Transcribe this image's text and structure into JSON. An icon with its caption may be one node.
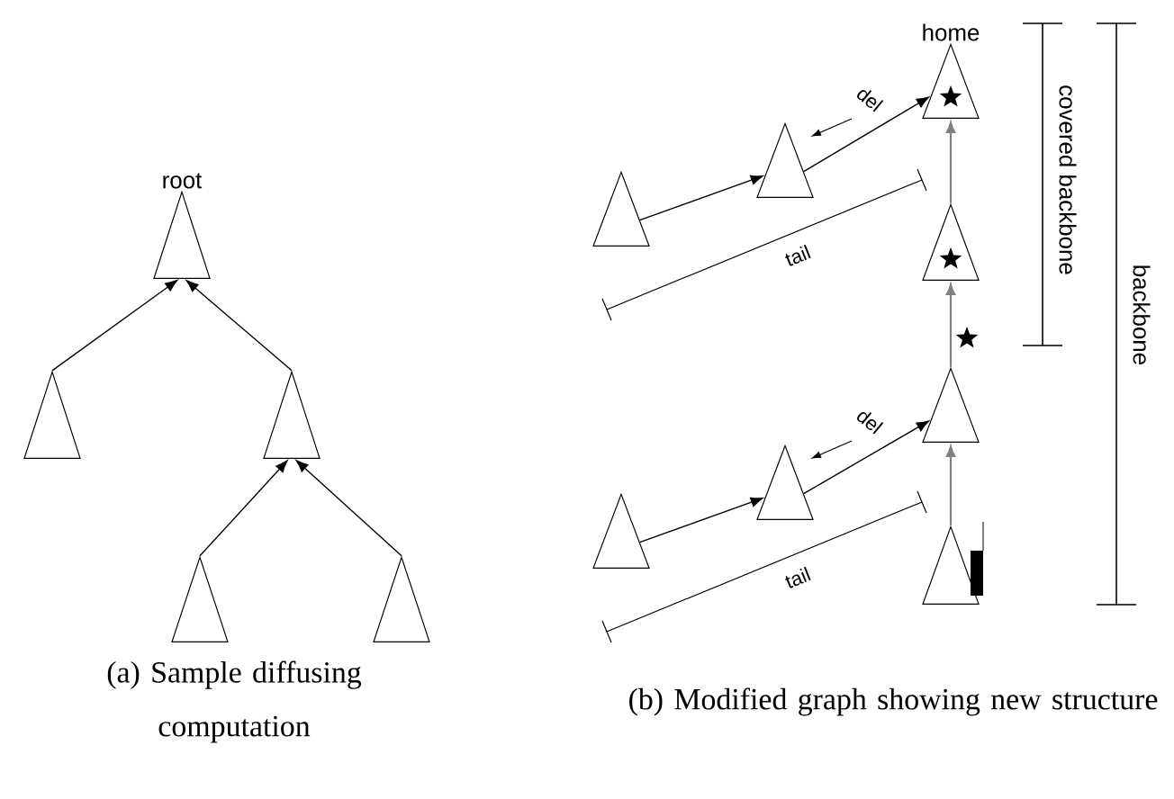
{
  "diagram": {
    "nodes": [
      {
        "text": [
          "root"
        ]
      },
      {
        "text": [],
        "shape": "triangle"
      },
      {
        "text": [],
        "shape": "triangle"
      },
      {
        "text": [],
        "shape": "triangle"
      },
      {
        "text": [],
        "shape": "triangle"
      },
      {
        "text": [
          "home"
        ]
      },
      {
        "text": [],
        "shape": "triangle"
      },
      {
        "text": [],
        "shape": "triangle"
      },
      {
        "text": [],
        "shape": "triangle"
      },
      {
        "text": [],
        "shape": "triangle"
      },
      {
        "text": [],
        "shape": "triangle"
      },
      {
        "text": [],
        "shape": "triangle"
      },
      {
        "text": [],
        "shape": "triangle"
      }
    ],
    "edges": [
      {
        "from": 1,
        "to": 0,
        "arrow": "to"
      },
      {
        "from": 2,
        "to": 0,
        "arrow": "to"
      },
      {
        "from": 3,
        "to": 2,
        "arrow": "to"
      },
      {
        "from": 4,
        "to": 2,
        "arrow": "to"
      },
      {
        "from": 7,
        "to": 6,
        "arrow": "to"
      },
      {
        "from": 6,
        "to": 5,
        "arrow": "to"
      },
      {
        "from": 8,
        "to": 5,
        "arrow": "to",
        "color": "#808080"
      },
      {
        "from": 9,
        "to": 8,
        "arrow": "to",
        "color": "#808080"
      },
      {
        "from": 12,
        "to": 9,
        "arrow": "to",
        "color": "#808080"
      },
      {
        "from": 11,
        "to": 10,
        "arrow": "to"
      },
      {
        "from": 10,
        "to": 9,
        "arrow": "to"
      }
    ],
    "labels": [
      "del",
      "tail",
      "del",
      "tail",
      "covered backbone",
      "backbone",
      "(a) Sample diffusing computation",
      "(b) Modified graph showing new structure"
    ]
  }
}
